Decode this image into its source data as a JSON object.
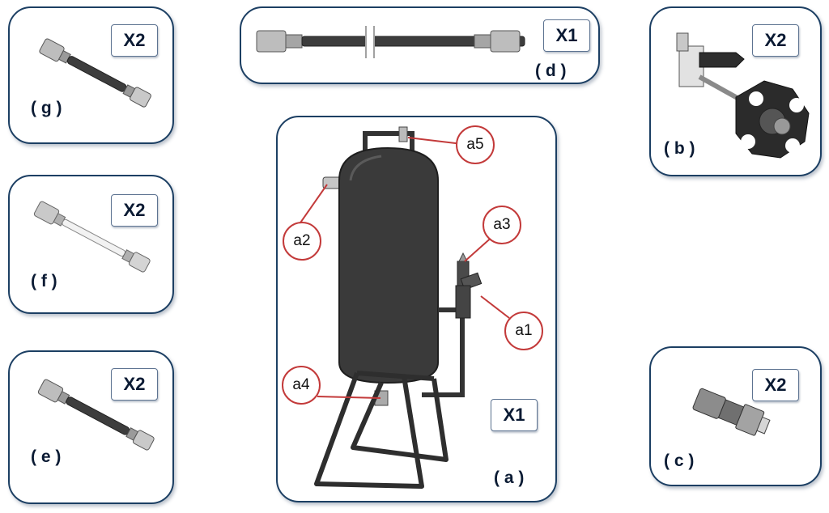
{
  "items": {
    "g": {
      "label": "( g )",
      "qty": "X2"
    },
    "d": {
      "label": "( d )",
      "qty": "X1"
    },
    "b": {
      "label": "( b )",
      "qty": "X2"
    },
    "f": {
      "label": "( f )",
      "qty": "X2"
    },
    "e": {
      "label": "( e )",
      "qty": "X2"
    },
    "a": {
      "label": "( a )",
      "qty": "X1"
    },
    "c": {
      "label": "( c )",
      "qty": "X2"
    }
  },
  "callouts": {
    "a1": "a1",
    "a2": "a2",
    "a3": "a3",
    "a4": "a4",
    "a5": "a5"
  },
  "colors": {
    "border": "#1c3f63",
    "callout": "#c33a3a",
    "part_dark": "#3b3b3b",
    "metal": "#b9b9b9"
  }
}
